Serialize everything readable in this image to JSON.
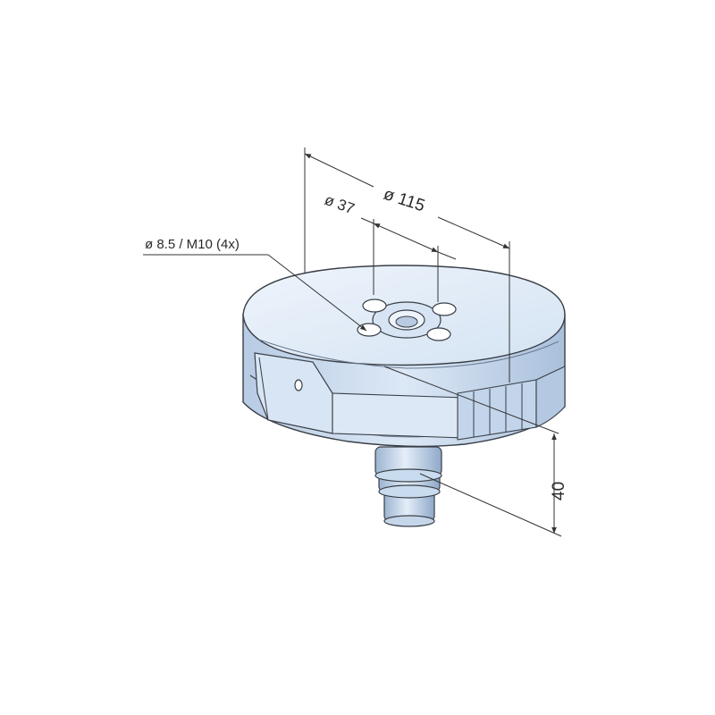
{
  "dimensions": {
    "outer_diameter": "ø 115",
    "bolt_circle": "ø 37",
    "holes": "ø 8.5 / M10 (4x)",
    "height": "40"
  },
  "colors": {
    "body_light": "#e3edf8",
    "body_mid": "#c9dbef",
    "body_dark": "#9fb6d3",
    "outline": "#3a3f47",
    "dim_line": "#333333"
  }
}
